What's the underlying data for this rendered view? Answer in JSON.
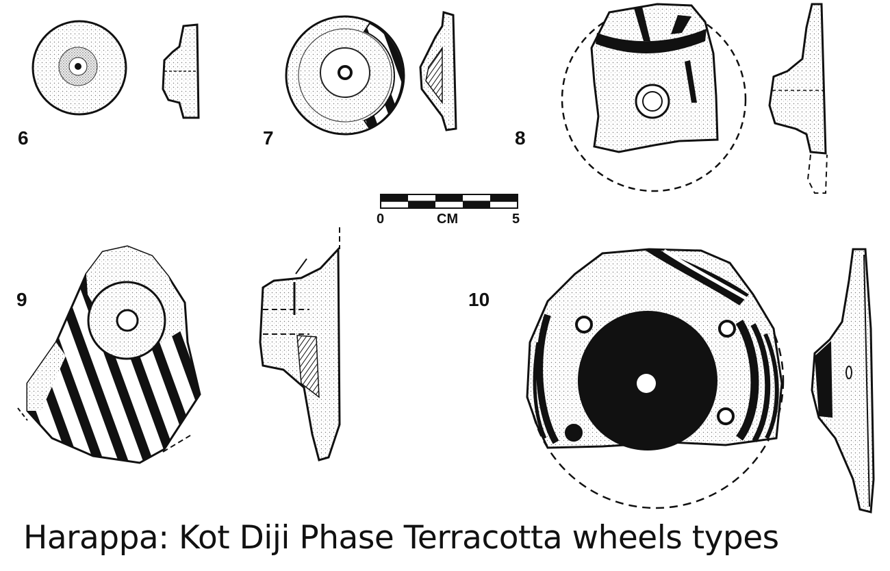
{
  "figures": [
    {
      "label": "6"
    },
    {
      "label": "7"
    },
    {
      "label": "8"
    },
    {
      "label": "9"
    },
    {
      "label": "10"
    }
  ],
  "scale_bar": {
    "start_label": "0",
    "unit_label": "CM",
    "end_label": "5"
  },
  "caption": "Harappa: Kot Diji Phase Terracotta wheels types",
  "colors": {
    "ink": "#111111",
    "paper": "#ffffff",
    "stipple": "#d9d9d9"
  }
}
